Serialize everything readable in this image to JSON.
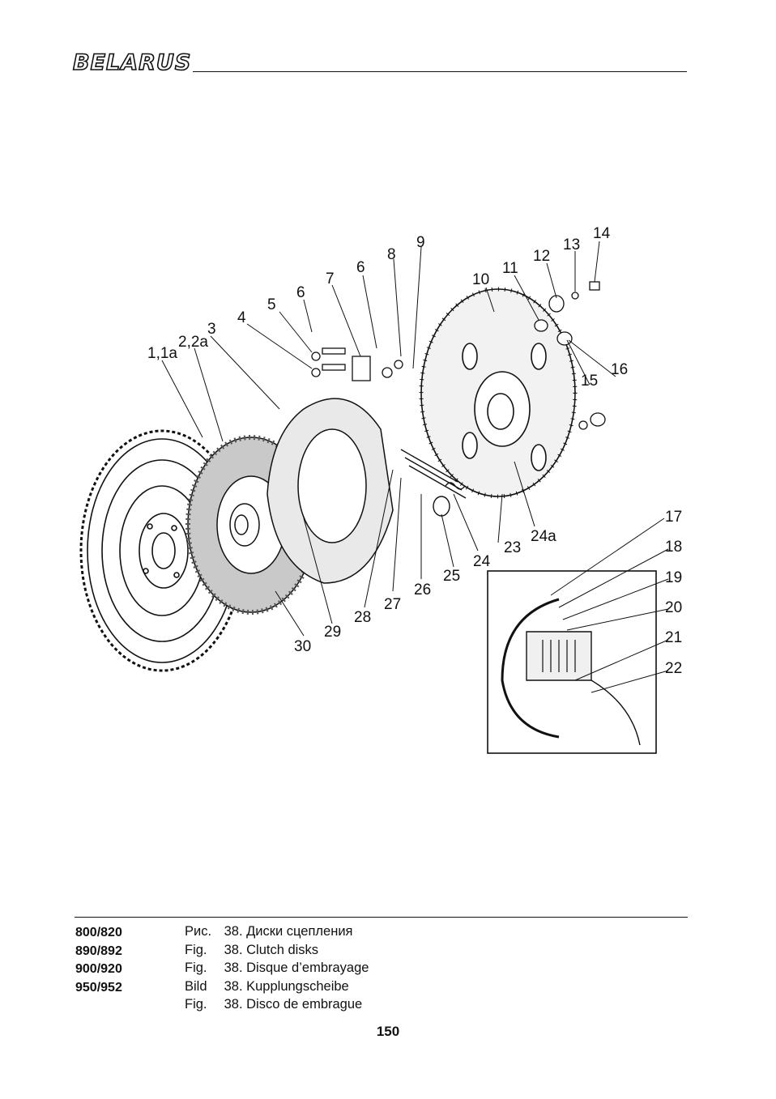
{
  "header": {
    "brand": "BELARUS"
  },
  "figure": {
    "callouts": [
      "1,1a",
      "2,2a",
      "3",
      "4",
      "5",
      "6",
      "6",
      "7",
      "8",
      "9",
      "10",
      "11",
      "12",
      "13",
      "14",
      "15",
      "16",
      "17",
      "18",
      "19",
      "20",
      "21",
      "22",
      "23",
      "24",
      "24a",
      "25",
      "26",
      "27",
      "28",
      "29",
      "30"
    ]
  },
  "footer": {
    "models": [
      "800/820",
      "890/892",
      "900/920",
      "950/952"
    ],
    "captions": [
      {
        "kind": "Рис.",
        "text": "38. Диски сцепления"
      },
      {
        "kind": "Fig.",
        "text": "38. Clutch disks"
      },
      {
        "kind": "Fig.",
        "text": "38. Disque d’embrayage"
      },
      {
        "kind": "Bild",
        "text": "38. Kupplungscheibe"
      },
      {
        "kind": "Fig.",
        "text": "38. Disco de embrague"
      }
    ],
    "page_number": "150"
  }
}
